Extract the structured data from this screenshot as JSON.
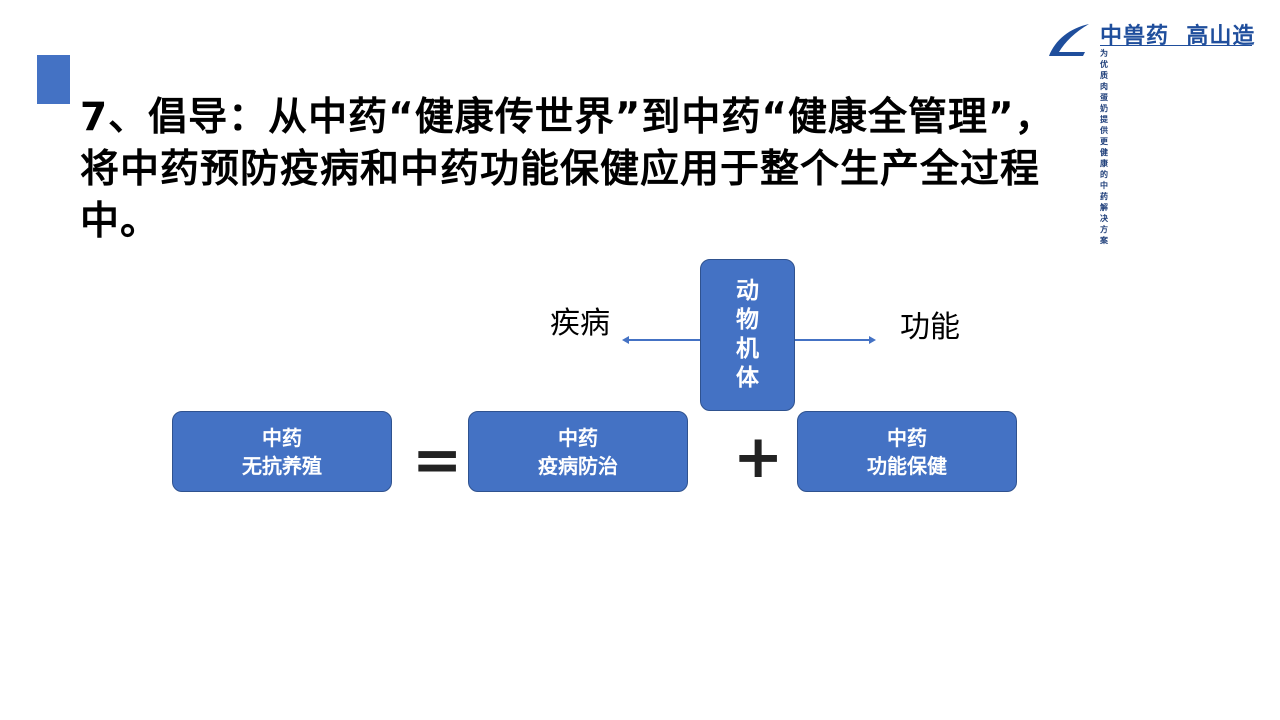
{
  "logo": {
    "main": "中兽药  高山造",
    "sub": "为优质肉蛋奶提供更健康的中药解决方案"
  },
  "title": {
    "lines": [
      "7、倡导：从中药“健康传世界”到中药“健康全管理”，",
      "将中药预防疫病和中药功能保健应用于整个生产全过程",
      "中。"
    ]
  },
  "diagram": {
    "top_box": [
      "动",
      "物",
      "机",
      "体"
    ],
    "left_label": "疾病",
    "right_label": "功能",
    "box1": {
      "line1": "中药",
      "line2": "无抗养殖"
    },
    "equals": "=",
    "box2": {
      "line1": "中药",
      "line2": "疫病防治"
    },
    "plus": "+",
    "box3": {
      "line1": "中药",
      "line2": "功能保健"
    }
  },
  "colors": {
    "accent": "#4472C4",
    "border": "#2F528F"
  }
}
